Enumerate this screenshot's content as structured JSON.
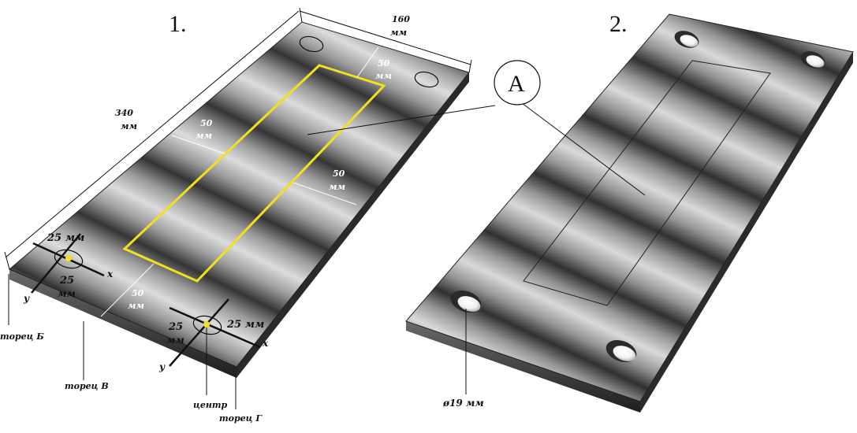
{
  "figure1": {
    "number": "1.",
    "width_value": "160",
    "width_unit": "мм",
    "length_value": "340",
    "length_unit": "мм",
    "offset_top_value": "50",
    "offset_top_unit": "мм",
    "offset_left_value": "50",
    "offset_left_unit": "мм",
    "offset_right_value": "50",
    "offset_right_unit": "мм",
    "offset_bottom_value": "50",
    "offset_bottom_unit": "мм",
    "hole_left_x": "25 мм",
    "hole_left_y_value": "25",
    "hole_left_y_unit": "мм",
    "hole_right_x": "25 мм",
    "hole_right_y_value": "25",
    "hole_right_y_unit": "мм",
    "axis_x": "x",
    "axis_y": "y",
    "face_b": "торец Б",
    "face_v": "торец В",
    "face_g": "торец Г",
    "center": "центр"
  },
  "figure2": {
    "number": "2.",
    "callout": "A",
    "hole_diameter": "ø19 мм"
  },
  "colors": {
    "zone_outline": "#f0e020",
    "center_dot": "#f0e020",
    "metal_dark": "#2e2e2e",
    "metal_light": "#d4d4d4",
    "edge": "#1e1e1e"
  }
}
